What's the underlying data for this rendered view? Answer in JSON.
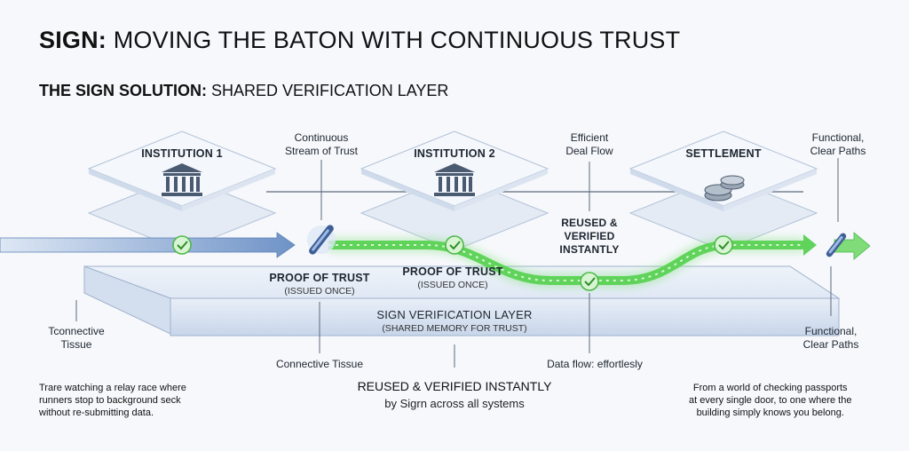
{
  "header": {
    "title_bold": "SIGN:",
    "title_rest": " MOVING THE BATON WITH CONTINUOUS TRUST",
    "subtitle_bold": "THE SIGN SOLUTION:",
    "subtitle_rest": " SHARED VERIFICATION LAYER"
  },
  "nodes": {
    "institution_1": "INSTITUTION 1",
    "institution_2": "INSTITUTION 2",
    "settlement": "SETTLEMENT"
  },
  "annotations": {
    "continuous_stream": "Continuous\nStream of Trust",
    "efficient_deal": "Efficient\nDeal Flow",
    "functional_top": "Functional,\nClear Paths",
    "functional_right": "Functional,\nClear Paths",
    "reused_verified": "REUSED &\nVERIFIED\nINSTANTLY",
    "proof_1_title": "PROOF OF TRUST",
    "proof_1_sub": "(ISSUED ONCE)",
    "proof_2_title": "PROOF OF TRUST",
    "proof_2_sub": "(ISSUED ONCE)",
    "tconnective": "Tconnective\nTissue",
    "connective": "Connective Tissue",
    "data_flow": "Data flow: effortlesly"
  },
  "layer": {
    "title": "SIGN VERIFICATION LAYER",
    "subtitle": "(SHARED MEMORY FOR TRUST)"
  },
  "footer": {
    "left_note": "Trare watching a relay race where\nrunners stop to background seck\nwithout re-submitting data.",
    "center_title": "REUSED & VERIFIED INSTANTLY",
    "center_sub": "by Sigrn across all systems",
    "right_note": "From a world of checking passports\nat every single door, to one where the\nbuilding simply knows you belong."
  },
  "colors": {
    "accent_green": "#5fd35a",
    "accent_blue": "#6f93c7",
    "layer_fill": "#e6edf7"
  },
  "icons": [
    "bank-icon",
    "coins-icon",
    "check-circle-icon",
    "baton-icon",
    "arrow-right-icon"
  ]
}
